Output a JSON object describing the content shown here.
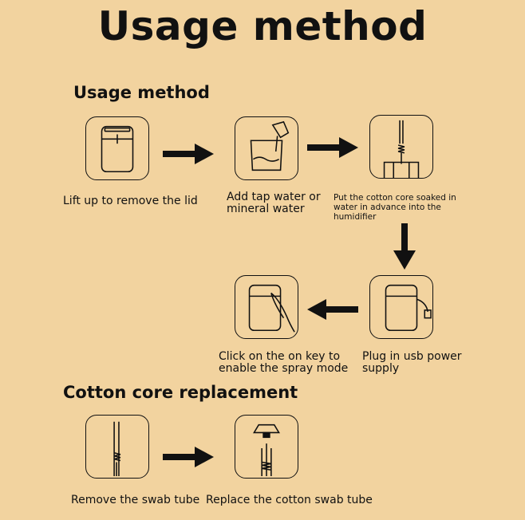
{
  "title": "Usage method",
  "sections": {
    "usage": {
      "heading": "Usage method",
      "steps": [
        {
          "caption": "Lift up to remove the lid"
        },
        {
          "caption": "Add tap water or mineral water"
        },
        {
          "caption": "Put the cotton core soaked in water in advance into the humidifier"
        },
        {
          "caption": "Plug in usb power supply"
        },
        {
          "caption": "Click on the on key to enable the spray mode"
        }
      ]
    },
    "replacement": {
      "heading": "Cotton core replacement",
      "steps": [
        {
          "caption": "Remove the swab tube"
        },
        {
          "caption": "Replace the cotton swab tube"
        }
      ]
    }
  },
  "icons": {
    "step1": "humidifier-lid-icon",
    "step2": "pour-water-icon",
    "step3": "cotton-core-icon",
    "step4": "usb-power-icon",
    "step5": "press-key-icon",
    "step6": "remove-swab-icon",
    "step7": "replace-swab-icon",
    "arrow": "arrow-icon"
  },
  "colors": {
    "background": "#f2d39f",
    "ink": "#111111"
  }
}
